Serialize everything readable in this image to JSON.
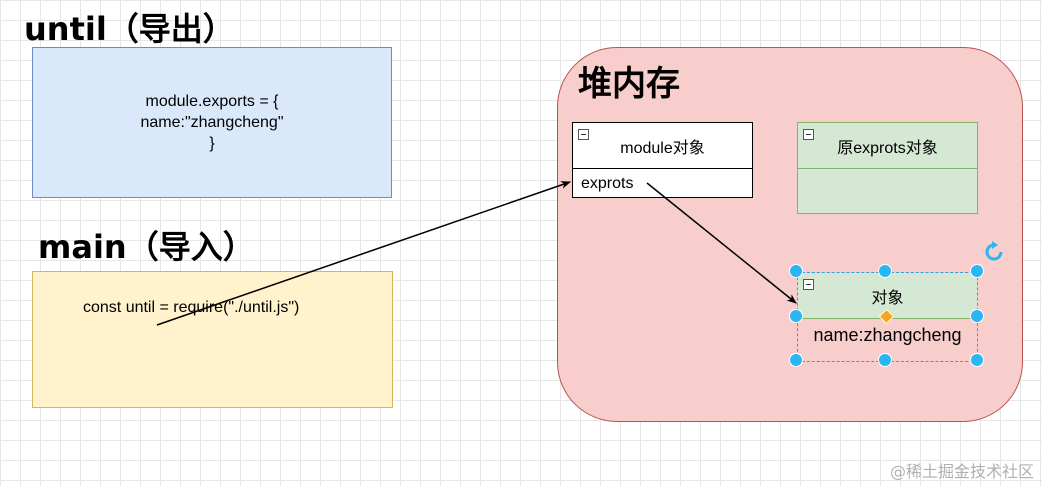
{
  "until": {
    "title": "until（导出）",
    "code": "module.exports = {\nname:\"zhangcheng\"\n}"
  },
  "main": {
    "title": "main（导入）",
    "code": "const until = require(\"./until.js\")"
  },
  "heap": {
    "title": "堆内存",
    "module_table": {
      "header": "module对象",
      "row": "exprots"
    },
    "original_table": {
      "header": "原exprots对象"
    },
    "object_table": {
      "header": "对象",
      "row": "name:zhangcheng"
    }
  },
  "colors": {
    "until_fill": "#dae8fc",
    "main_fill": "#fff2cc",
    "heap_fill": "#f8cecc",
    "green_fill": "#d5e8d4",
    "selection": "#29b6f2"
  },
  "watermark": "@稀土掘金技术社区"
}
